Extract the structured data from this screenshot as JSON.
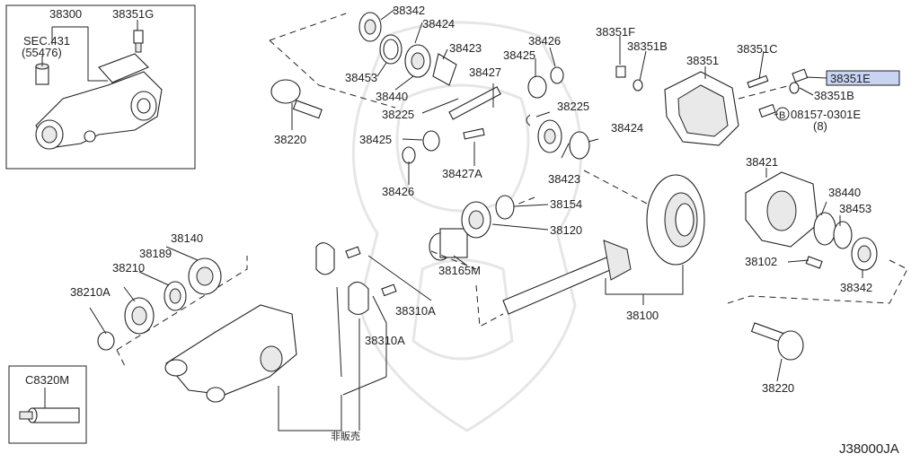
{
  "diagram_code": "J38000JA",
  "not_for_sale": "非販売",
  "labels": {
    "p38300": "38300",
    "p38351G": "38351G",
    "sec431": "SEC.431",
    "p55476": "(55476)",
    "p38342a": "38342",
    "p38424a": "38424",
    "p38423a": "38423",
    "p38453a": "38453",
    "p38440a": "38440",
    "p38225a": "38225",
    "p38220a": "38220",
    "p38427": "38427",
    "p38426a": "38426",
    "p38425a": "38425",
    "p38225b": "38225",
    "p38425b": "38425",
    "p38426b": "38426",
    "p38427A": "38427A",
    "p38424b": "38424",
    "p38423b": "38423",
    "p38351F": "38351F",
    "p38351Ba": "38351B",
    "p38351": "38351",
    "p38351C": "38351C",
    "p38351E": "38351E",
    "p38351Bb": "38351B",
    "p08157": "08157-0301E",
    "p08157qty": "(8)",
    "b_symbol": "B",
    "p38421": "38421",
    "p38440b": "38440",
    "p38453b": "38453",
    "p38102": "38102",
    "p38342b": "38342",
    "p38220b": "38220",
    "p38154": "38154",
    "p38120": "38120",
    "p38165M": "38165M",
    "p38100": "38100",
    "p38140": "38140",
    "p38189": "38189",
    "p38210": "38210",
    "p38210A": "38210A",
    "p38310A1": "38310A",
    "p38310A2": "38310A",
    "pC8320M": "C8320M"
  },
  "highlighted_part": "38351E"
}
